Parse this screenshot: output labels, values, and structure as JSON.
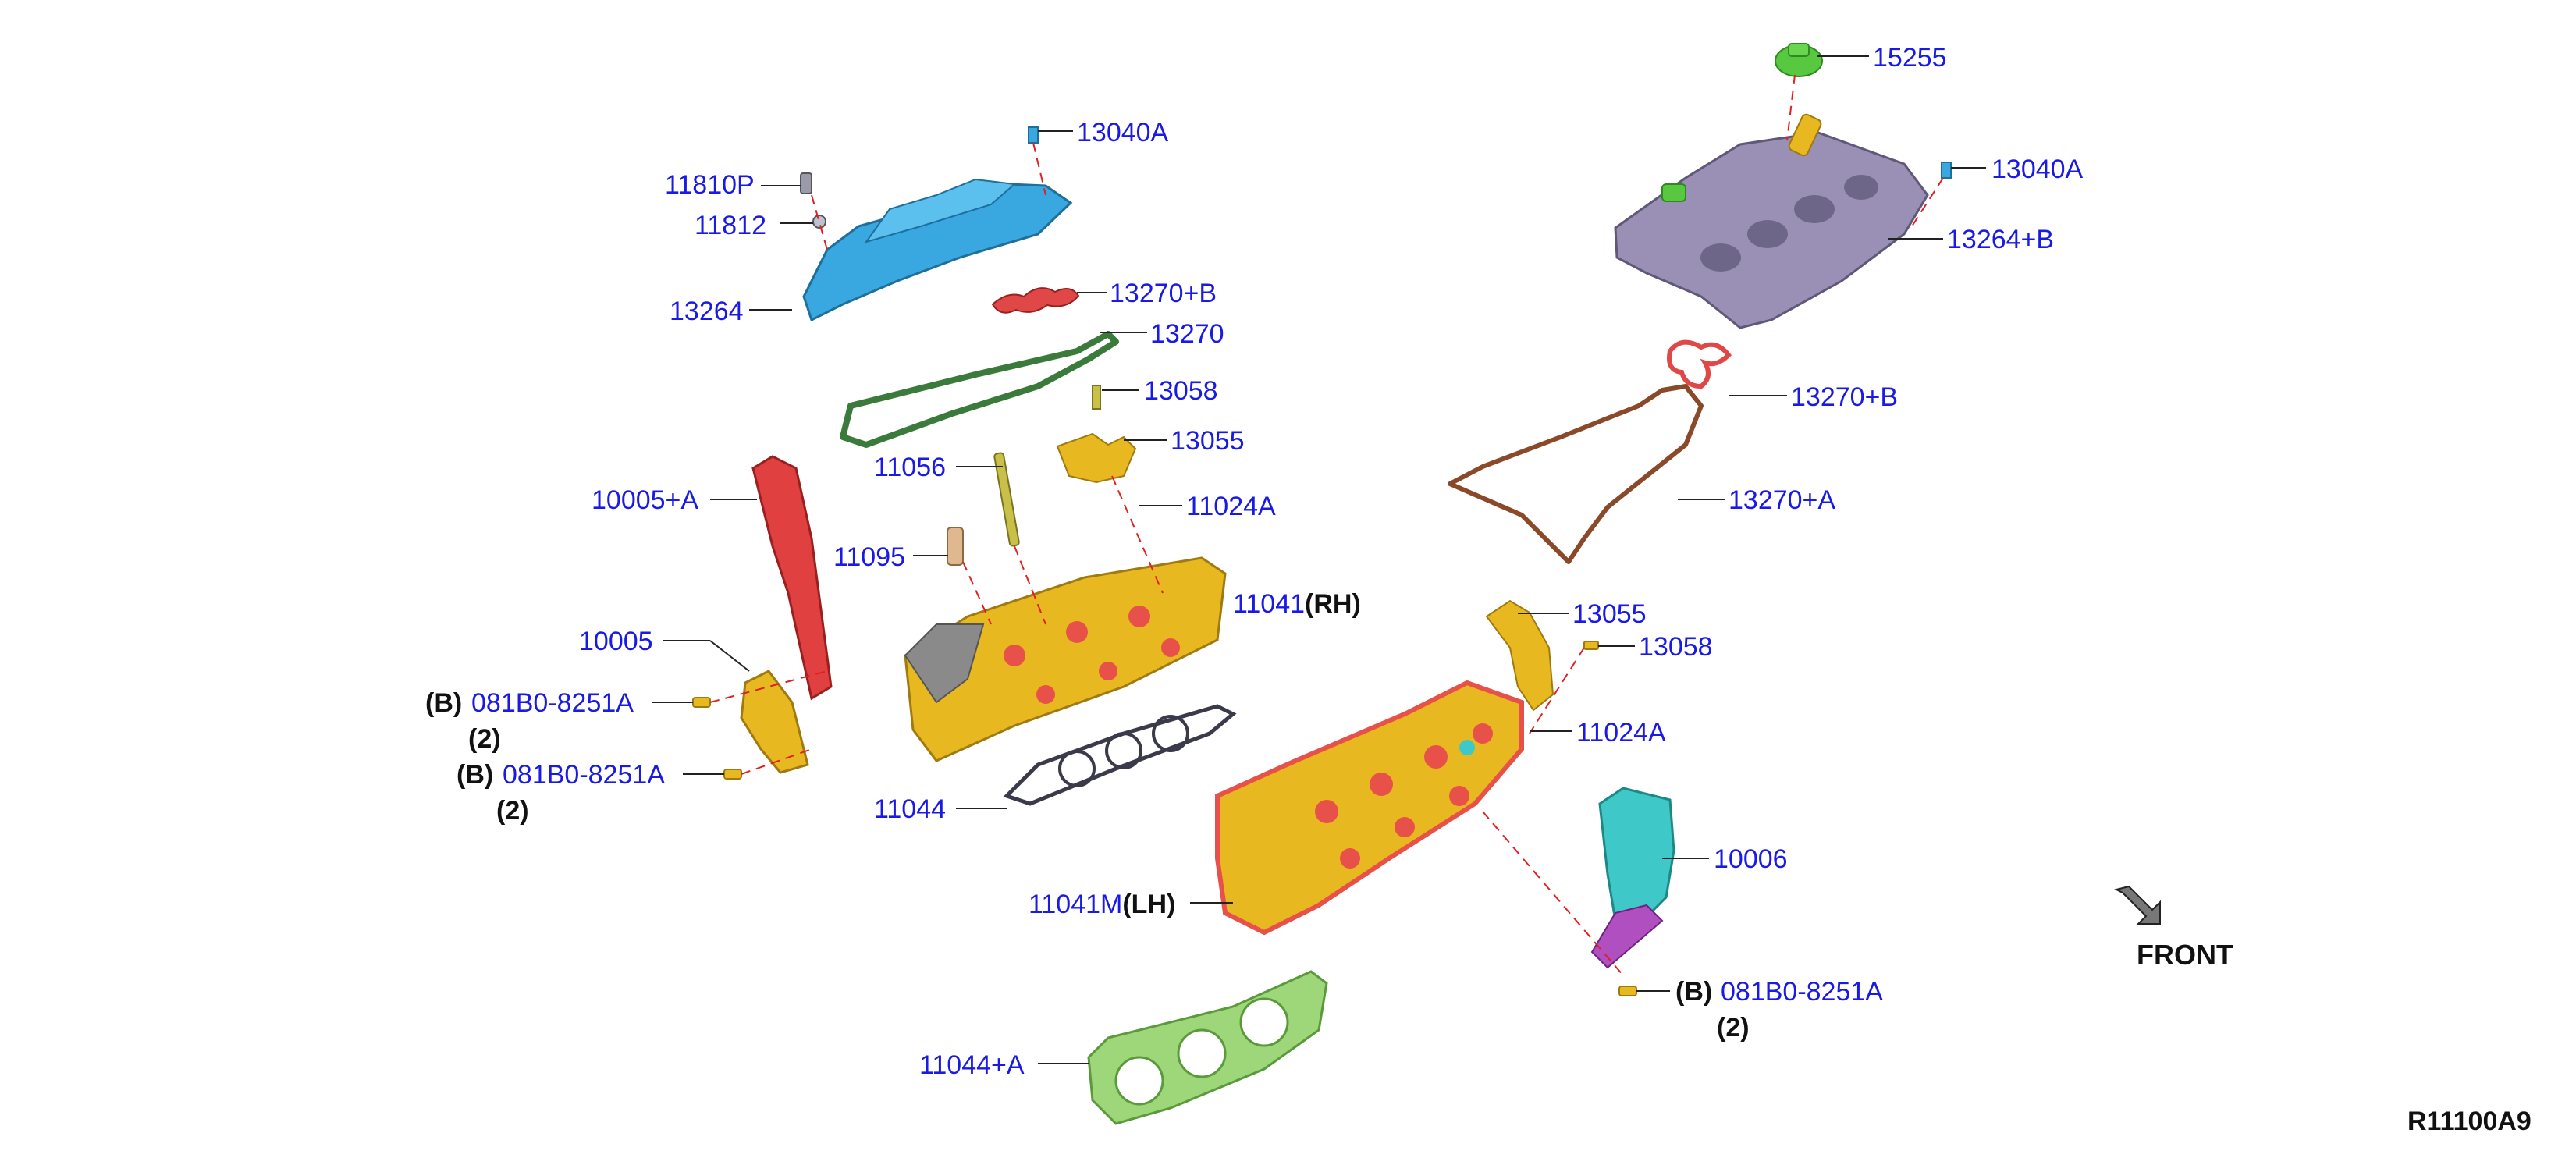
{
  "callouts": {
    "p15255": "15255",
    "p13040a_left": "13040A",
    "p13040a_right": "13040A",
    "p11810p": "11810P",
    "p11812": "11812",
    "p13264": "13264",
    "p13264b": "13264+B",
    "p13270b_left": "13270+B",
    "p13270b_right": "13270+B",
    "p13270": "13270",
    "p13270a": "13270+A",
    "p13058_left": "13058",
    "p13058_right": "13058",
    "p13055_left": "13055",
    "p13055_right": "13055",
    "p11056": "11056",
    "p11024a_left": "11024A",
    "p11024a_right": "11024A",
    "p10005a": "10005+A",
    "p11095": "11095",
    "p11041_rh_num": "11041",
    "p11041_rh_tag": "(RH)",
    "p10005": "10005",
    "p081b0_1": "081B0-8251A",
    "p081b0_2": "081B0-8251A",
    "p081b0_3": "081B0-8251A",
    "p11044": "11044",
    "p11041m_num": "11041M",
    "p11041m_tag": "(LH)",
    "p10006": "10006",
    "p11044a": "11044+A"
  },
  "markers": {
    "b_1": "(B)",
    "b_2": "(B)",
    "b_3": "(B)",
    "qty_1": "(2)",
    "qty_2": "(2)",
    "qty_3": "(2)"
  },
  "direction_label": "FRONT",
  "diagram_code": "R11100A9",
  "colors": {
    "callout_text": "#1a1ae6",
    "head_gold": "#e8b820",
    "head_red": "#e8504a",
    "cover_blue": "#3aa8e0",
    "cover_purple": "#9a8fb4",
    "gasket_green": "#9ed67a",
    "gasket_dark_green": "#3a7a3a",
    "gasket_brown": "#8a4a2a",
    "gasket_red": "#e04848",
    "bracket_teal": "#3ec8c8",
    "cap_green": "#58c840"
  }
}
